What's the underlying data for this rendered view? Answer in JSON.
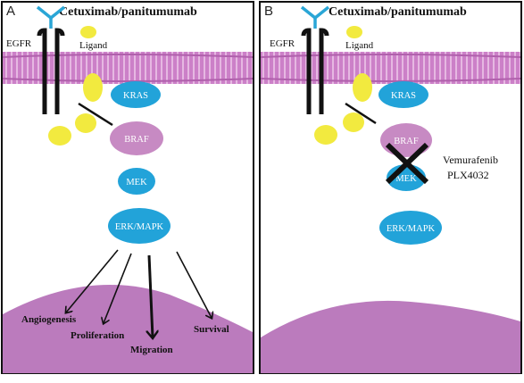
{
  "panels": {
    "a": {
      "letter": "A",
      "title": "Cetuximab/panitumumab",
      "egfr_label": "EGFR",
      "ligand_label": "Ligand",
      "nodes": {
        "kras": "KRAS",
        "braf": "BRAF",
        "mek": "MEK",
        "erk": "ERK/MAPK"
      },
      "outcomes": {
        "angiogenesis": "Angiogenesis",
        "proliferation": "Proliferation",
        "migration": "Migration",
        "survival": "Survival"
      }
    },
    "b": {
      "letter": "B",
      "title": "Cetuximab/panitumumab",
      "egfr_label": "EGFR",
      "ligand_label": "Ligand",
      "nodes": {
        "kras": "KRAS",
        "braf": "BRAF",
        "mek": "MEK",
        "erk": "ERK/MAPK"
      },
      "drug_line1": "Vemurafenib",
      "drug_line2": "PLX4032"
    }
  },
  "colors": {
    "membrane": "#cc80c8",
    "membrane_stripe": "#e6b8e2",
    "nucleus": "#bb7bbd",
    "node_blue": "#22a3d9",
    "braf_purple": "#c78ac3",
    "ligand_yellow": "#f2ea3f",
    "antibody_blue": "#2aa6d6"
  }
}
